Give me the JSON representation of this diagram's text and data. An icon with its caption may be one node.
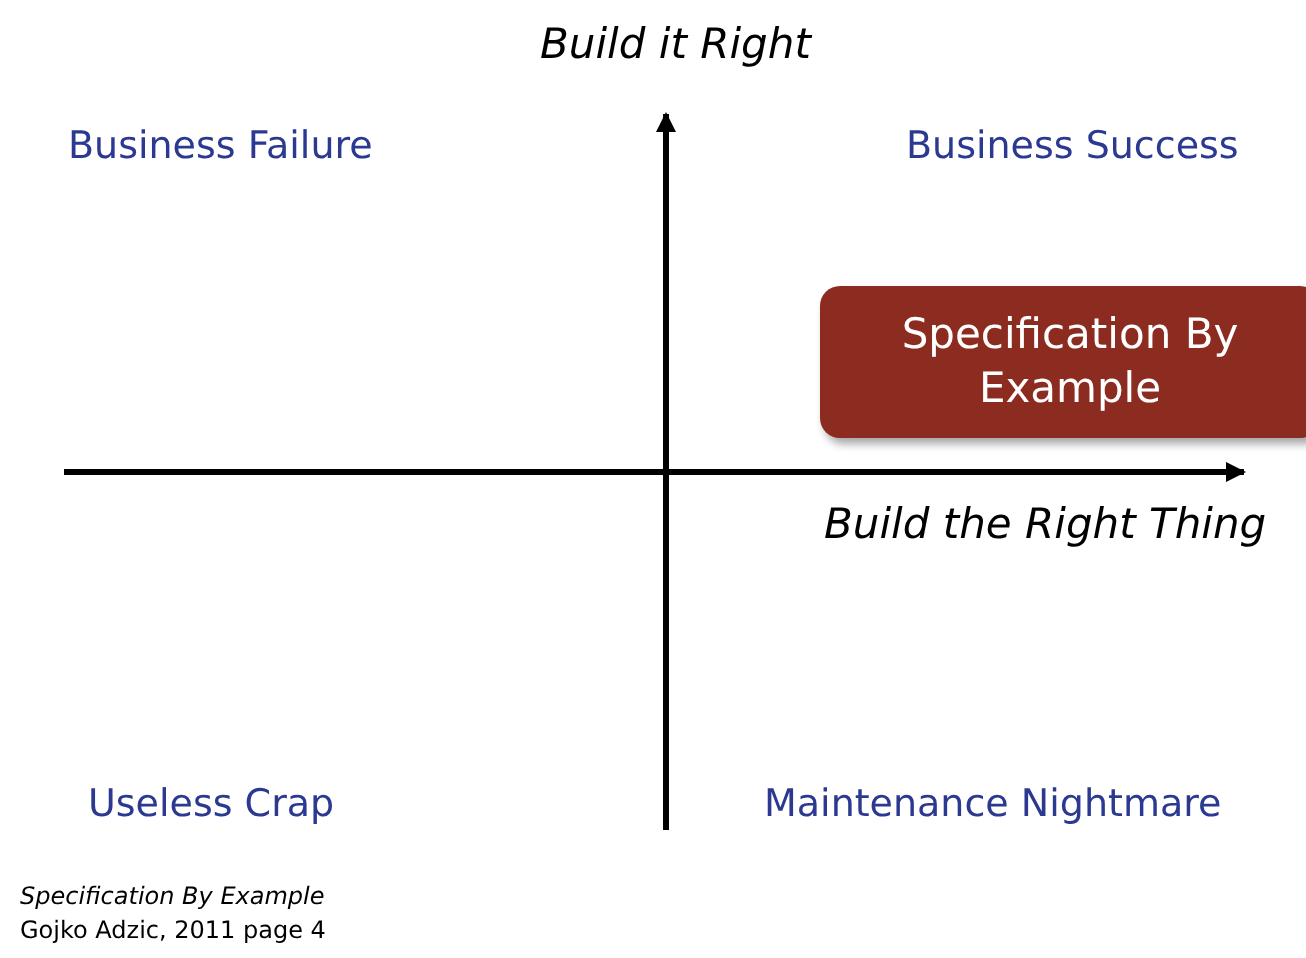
{
  "diagram": {
    "nodes": [
      {
        "text": [
          "Specification By Example"
        ]
      }
    ],
    "labels": [
      "Build it Right",
      "Business Failure",
      "Business Success",
      "Build the Right Thing",
      "Useless Crap",
      "Maintenance Nightmare",
      "Specification By Example",
      "Gojko Adzic, 2011 page 4"
    ]
  }
}
